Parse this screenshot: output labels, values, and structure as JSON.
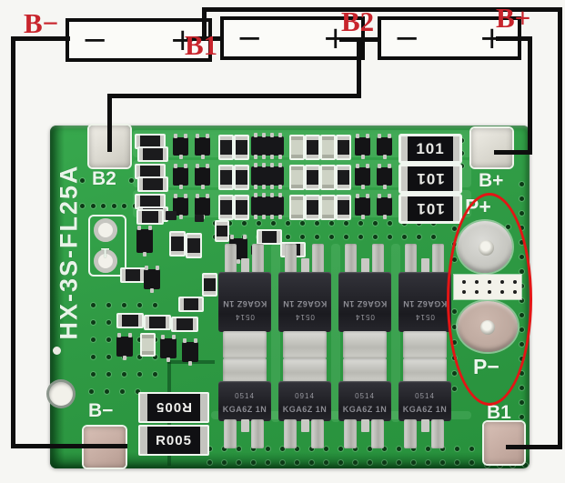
{
  "schematic": {
    "battery_minus_sign": "−",
    "battery_plus_sign": "+",
    "battery_count": 3,
    "terminals": [
      {
        "id": "b-minus",
        "label": "B−"
      },
      {
        "id": "b1",
        "label": "B1"
      },
      {
        "id": "b2",
        "label": "B2"
      },
      {
        "id": "b-plus",
        "label": "B+"
      }
    ],
    "label_color": "#c8242c",
    "wire_color": "#0e0e0e"
  },
  "board": {
    "model": "HX-3S-FL25A",
    "silk": {
      "b2": "B2",
      "b_plus": "B+",
      "p_plus": "P+",
      "p_minus": "P−",
      "b_minus": "B−",
      "b1": "B1",
      "t": "T"
    },
    "components": {
      "sense_resistor_label": "101",
      "sense_resistor_count": 3,
      "shunt_label": "R005",
      "shunt_count": 2,
      "mosfet_label": "KGA6Z 1N",
      "mosfet_codes_top": [
        "0514",
        "0514",
        "0514",
        "0514"
      ],
      "mosfet_codes_bottom": [
        "0514",
        "0914",
        "0514",
        "0514"
      ]
    },
    "colors": {
      "pcb_green": "#2f9a44",
      "silkscreen": "#edf6ed",
      "highlight_oval": "#e31515",
      "pad_silver": "#d9d7ce",
      "pad_copper": "#c3a99f"
    }
  }
}
